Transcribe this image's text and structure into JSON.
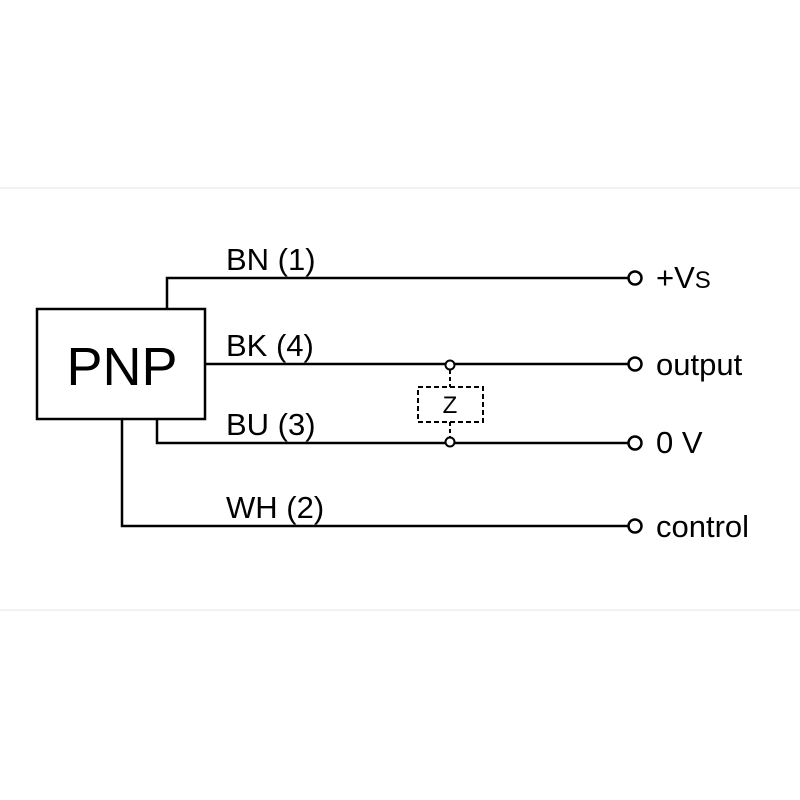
{
  "diagram": {
    "block": {
      "label": "PNP"
    },
    "wires": [
      {
        "label": "BN (1)",
        "terminal": "+V",
        "terminal_sub": "S"
      },
      {
        "label": "BK (4)",
        "terminal": "output"
      },
      {
        "label": "BU (3)",
        "terminal": "0 V"
      },
      {
        "label": "WH (2)",
        "terminal": "control"
      }
    ],
    "load": {
      "label": "Z"
    }
  }
}
